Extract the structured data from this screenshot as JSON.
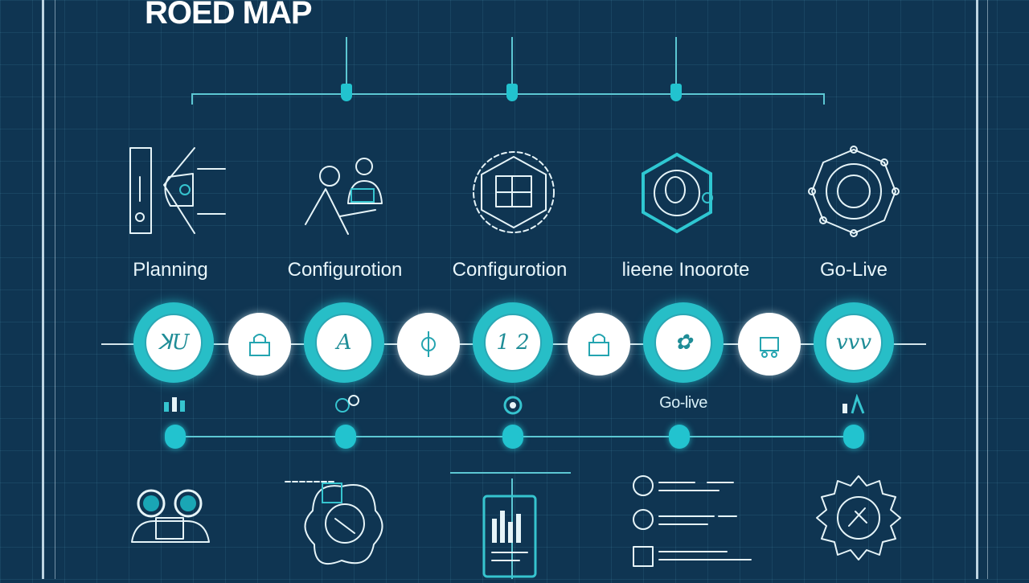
{
  "title": "ROED MAP",
  "stages": [
    {
      "label": "Planning",
      "node_glyph": "ꓘU"
    },
    {
      "label": "Configurotion",
      "node_glyph": "A"
    },
    {
      "label": "Configurotion",
      "node_glyph": "1 2"
    },
    {
      "label": "lieene Inoorote",
      "node_glyph": "✿"
    },
    {
      "label": "Go-Live",
      "node_glyph": "vvv"
    }
  ],
  "milestone_label": "Go-live",
  "icons": {
    "stage_top": [
      "blueprint-icon",
      "users-settings-icon",
      "dashed-frame-icon",
      "shield-badge-icon",
      "gear-gem-icon"
    ],
    "connectors": [
      "lock-icon",
      "gear-icon",
      "lock-icon",
      "cart-icon"
    ],
    "bottom": [
      "team-icon",
      "cog-network-icon",
      "tablet-chart-icon",
      "checklist-icon",
      "settings-cog-icon"
    ]
  },
  "colors": {
    "background": "#0f3552",
    "accent": "#22c3cf",
    "line": "#ffffff"
  }
}
